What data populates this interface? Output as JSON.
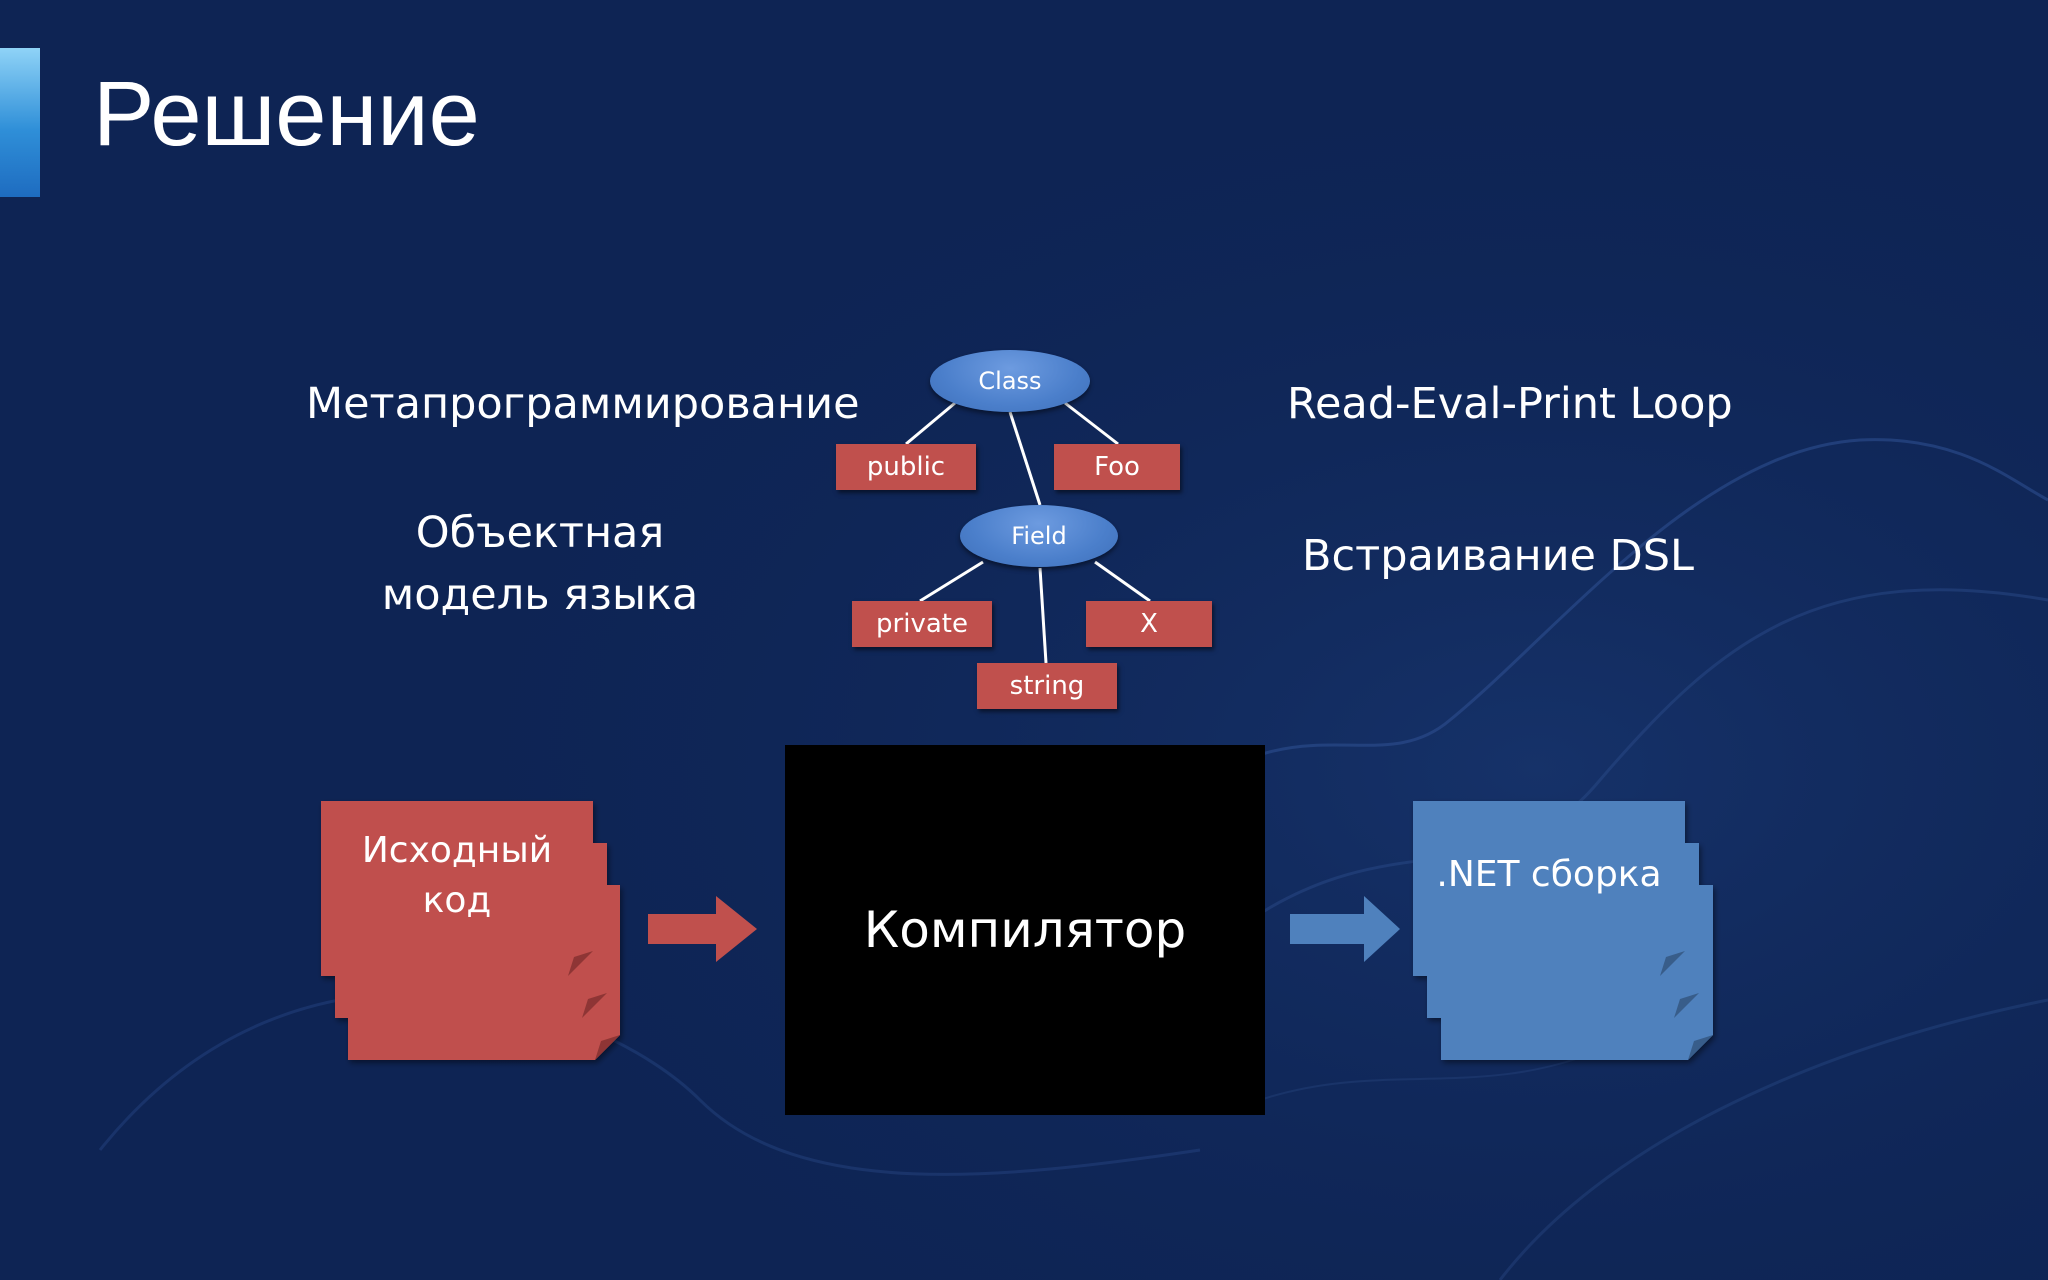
{
  "slide": {
    "title": "Решение",
    "colors": {
      "background": "#0e2454",
      "red": "#c0504d",
      "blue": "#4f81bd",
      "accent": "#2f8fd8"
    }
  },
  "labels": {
    "metaprogramming": "Метапрограммирование",
    "object_model_line1": "Объектная",
    "object_model_line2": "модель языка",
    "repl": "Read-Eval-Print Loop",
    "dsl": "Встраивание DSL"
  },
  "tree": {
    "class_node": "Class",
    "public_node": "public",
    "foo_node": "Foo",
    "field_node": "Field",
    "private_node": "private",
    "x_node": "X",
    "string_node": "string"
  },
  "pipeline": {
    "source_line1": "Исходный",
    "source_line2": "код",
    "compiler": "Компилятор",
    "output": ".NET сборка"
  }
}
